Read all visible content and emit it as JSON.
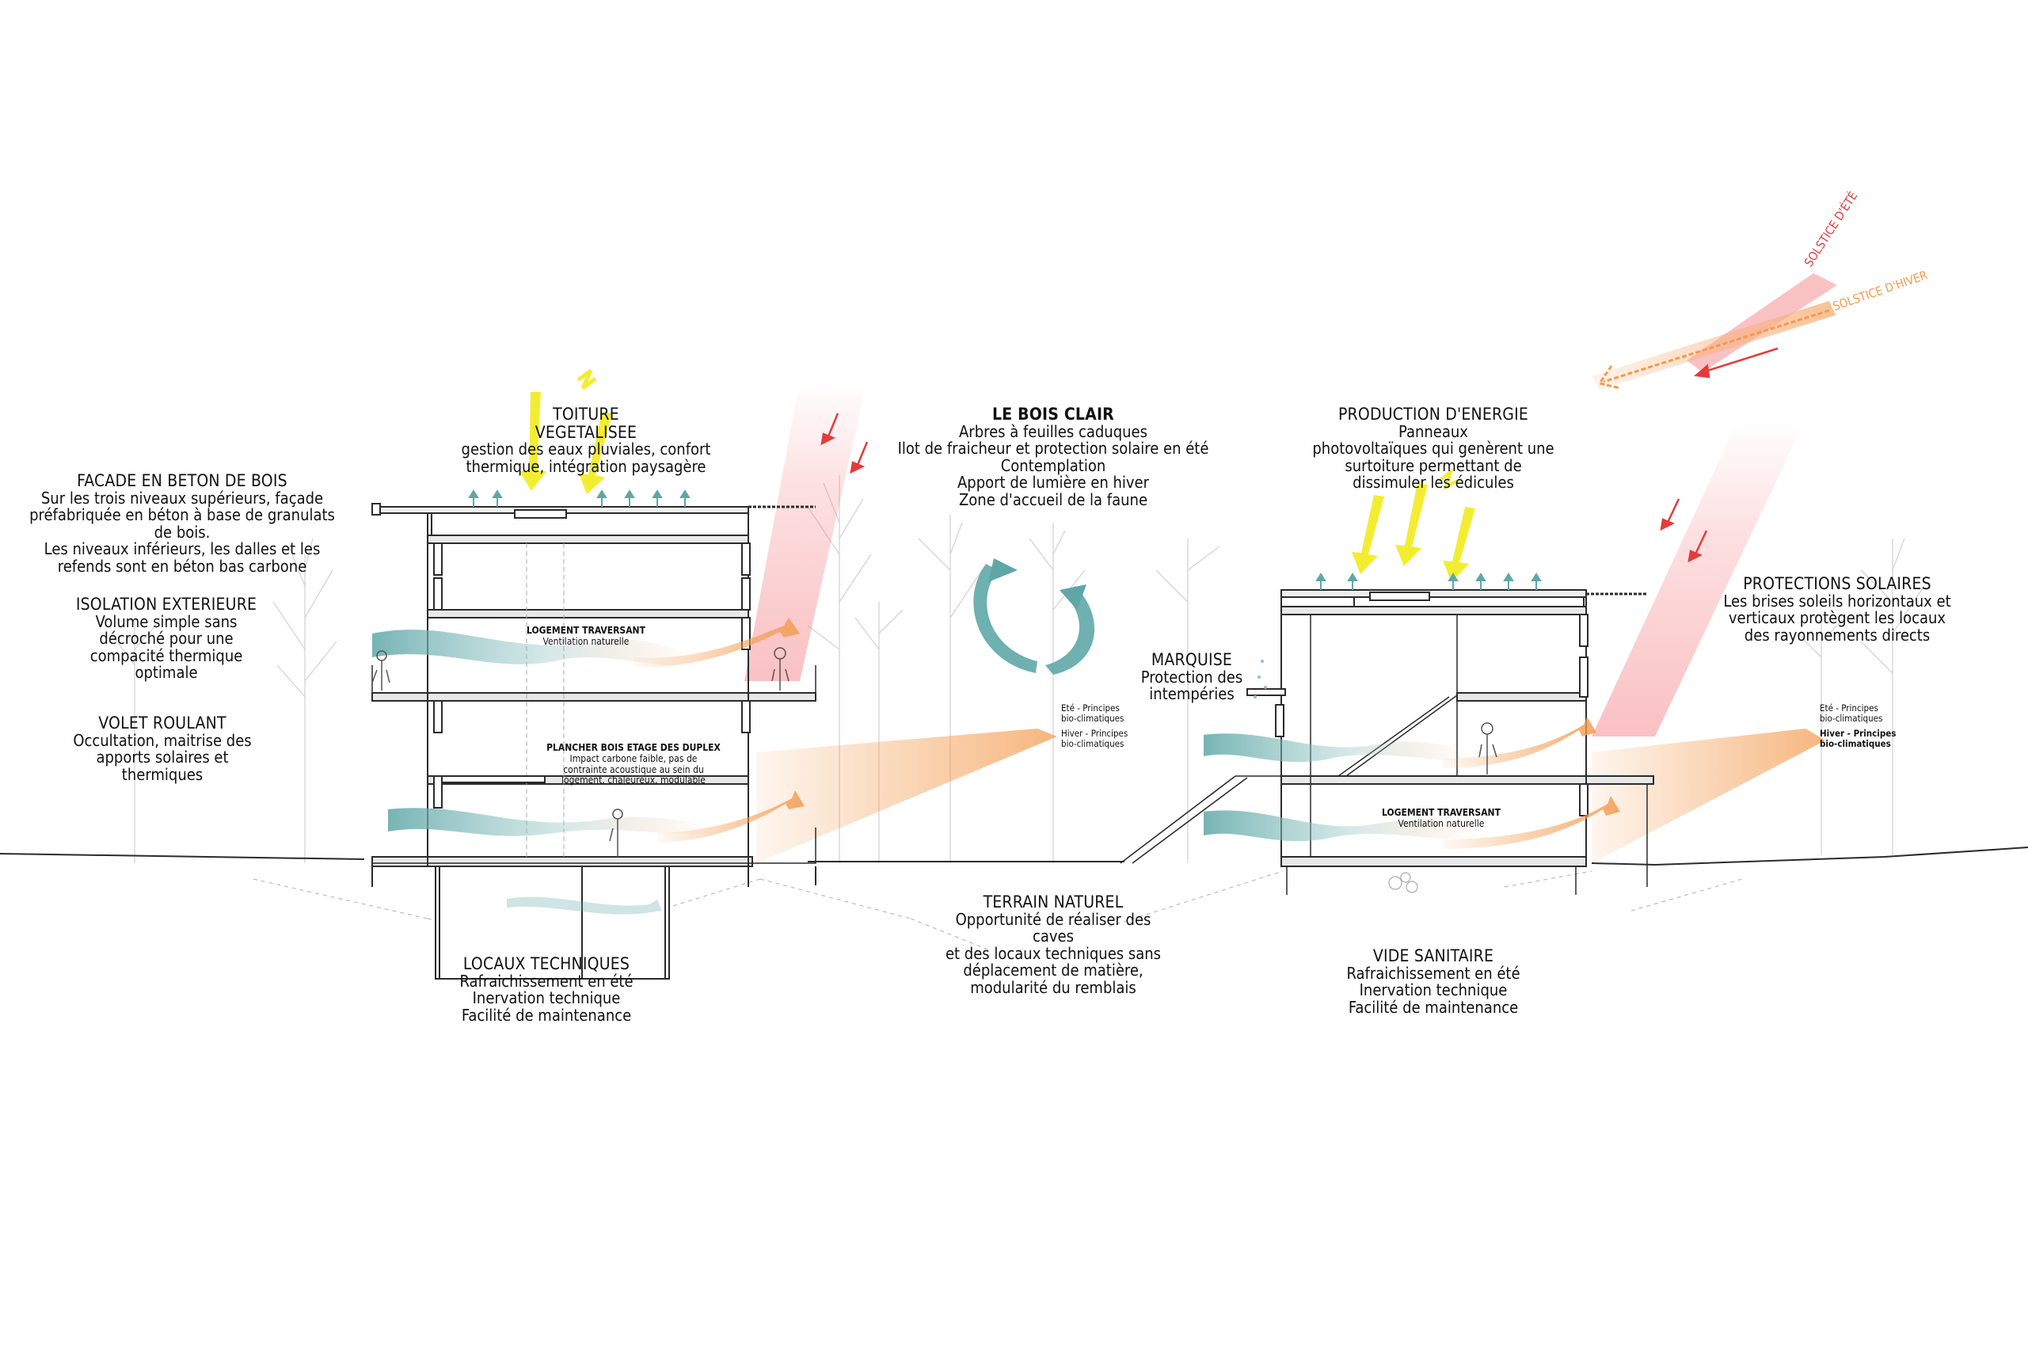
{
  "colors": {
    "ink": "#2b2b2b",
    "tree": "#d6d6d6",
    "sun_summer": "#f4757a",
    "sun_winter": "#f7b17a",
    "air": "#5fa7a7",
    "warm": "#f39a4d",
    "solar": "#f5ef3b"
  },
  "labels": {
    "facade": {
      "title": "FACADE EN BETON DE BOIS",
      "lines": [
        "Sur les trois niveaux supérieurs, façade",
        "préfabriquée en béton à base de granulats",
        "de bois.",
        "Les niveaux inférieurs, les dalles et les",
        "refends sont en béton bas carbone"
      ]
    },
    "isolation": {
      "title": "ISOLATION EXTERIEURE",
      "lines": [
        "Volume simple sans",
        "décroché pour une",
        "compacité thermique",
        "optimale"
      ]
    },
    "volet": {
      "title": "VOLET ROULANT",
      "lines": [
        "Occultation, maitrise des",
        "apports solaires et",
        "thermiques"
      ]
    },
    "toiture": {
      "title_lines": [
        "TOITURE",
        "VEGETALISEE"
      ],
      "lines": [
        "gestion des eaux pluviales, confort",
        "thermique, intégration paysagère"
      ]
    },
    "bois_clair": {
      "title": "LE BOIS CLAIR",
      "lines": [
        "Arbres à feuilles caduques",
        "Ilot de fraicheur et protection solaire en été",
        "Contemplation",
        "Apport de lumière en hiver",
        "Zone d'accueil de la faune"
      ]
    },
    "production": {
      "title": "PRODUCTION D'ENERGIE",
      "lines": [
        "Panneaux",
        "photovoltaïques qui genèrent une",
        "surtoiture permettant de",
        "dissimuler les édicules"
      ]
    },
    "protections": {
      "title": "PROTECTIONS SOLAIRES",
      "lines": [
        "Les brises soleils horizontaux et",
        "verticaux protègent les locaux",
        "des rayonnements directs"
      ]
    },
    "marquise": {
      "title": "MARQUISE",
      "lines": [
        "Protection des",
        "intempéries"
      ]
    },
    "terrain": {
      "title": "TERRAIN NATUREL",
      "lines": [
        "Opportunité de réaliser des",
        "caves",
        "et des locaux techniques sans",
        "déplacement de matière,",
        "modularité du remblais"
      ]
    },
    "locaux": {
      "title": "LOCAUX TECHNIQUES",
      "lines": [
        "Rafraichissement en été",
        "Inervation technique",
        "Facilité de maintenance"
      ]
    },
    "vide": {
      "title": "VIDE SANITAIRE",
      "lines": [
        "Rafraichissement en été",
        "Inervation technique",
        "Facilité de maintenance"
      ]
    }
  },
  "small_labels": {
    "logement_left": {
      "title": "LOGEMENT TRAVERSANT",
      "lines": [
        "Ventilation naturelle"
      ]
    },
    "plancher": {
      "title": "PLANCHER BOIS ETAGE DES DUPLEX",
      "lines": [
        "Impact carbone faible, pas de",
        "contrainte acoustique au sein du",
        "logement, chaleureux, modulable"
      ]
    },
    "logement_right": {
      "title": "LOGEMENT TRAVERSANT",
      "lines": [
        "Ventilation naturelle"
      ]
    }
  },
  "legend": {
    "ete_line1": "Eté - Principes",
    "ete_line2": "bio-climatiques",
    "hiver_line1": "Hiver - Principes",
    "hiver_line2": "bio-climatiques"
  },
  "solstice": {
    "ete": "SOLSTICE D'ÉTÉ",
    "hiver": "SOLSTICE D'HIVER"
  }
}
